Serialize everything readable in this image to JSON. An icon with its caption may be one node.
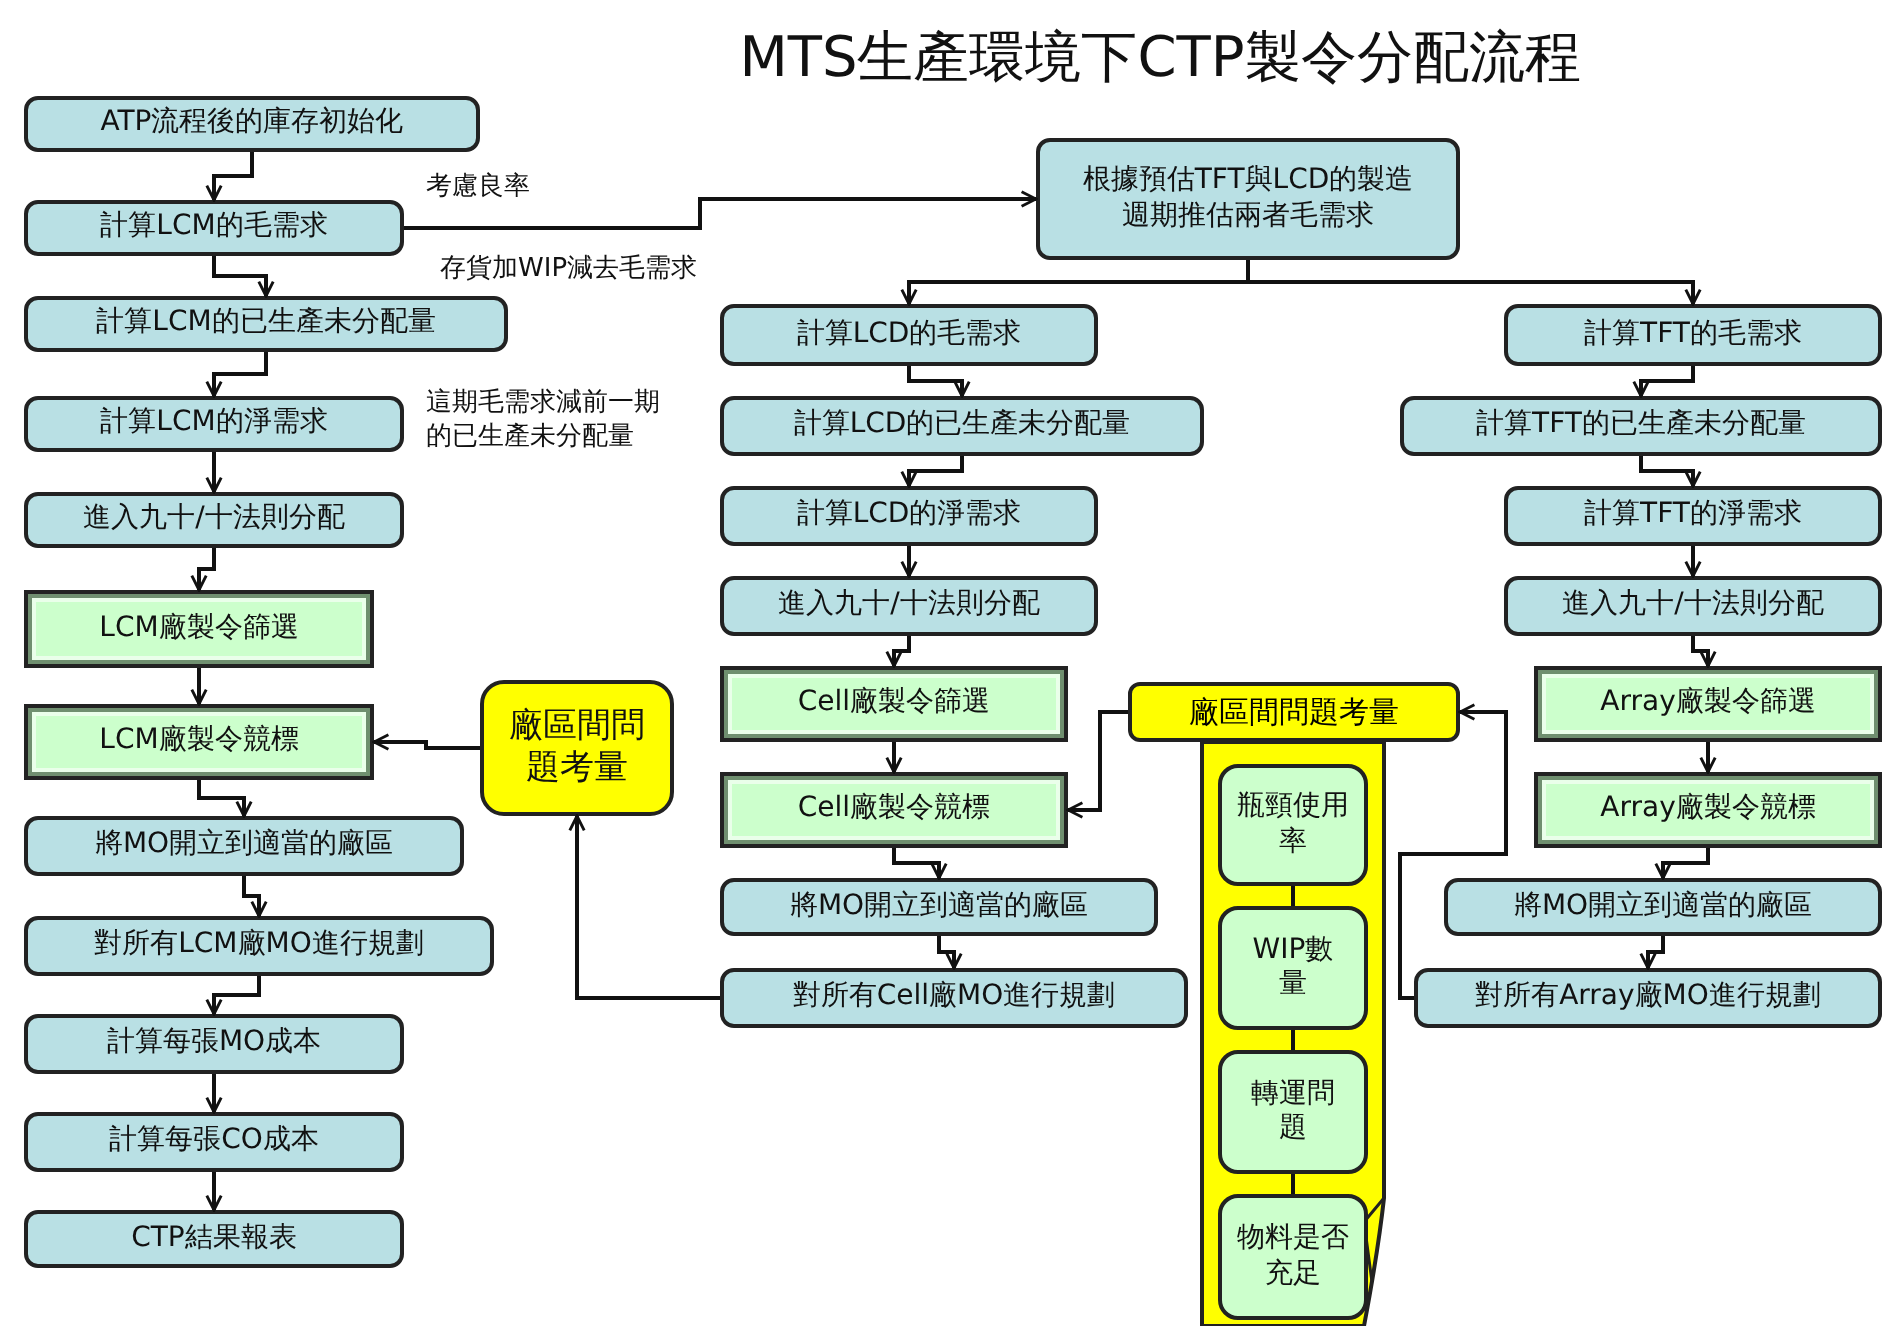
{
  "diagram": {
    "title": "MTS生產環境下CTP製令分配流程",
    "nodes": [
      {
        "text": [
          "ATP流程後的庫存初始化"
        ]
      },
      {
        "text": [
          "計算LCM的毛需求"
        ]
      },
      {
        "text": [
          "計算LCM的已生產未分配量"
        ]
      },
      {
        "text": [
          "計算LCM的淨需求"
        ]
      },
      {
        "text": [
          "進入九十/十法則分配"
        ]
      },
      {
        "text": [
          "LCM廠製令篩選"
        ]
      },
      {
        "text": [
          "LCM廠製令競標"
        ]
      },
      {
        "text": [
          "將MO開立到適當的廠區"
        ]
      },
      {
        "text": [
          "對所有LCM廠MO進行規劃"
        ]
      },
      {
        "text": [
          "計算每張MO成本"
        ]
      },
      {
        "text": [
          "計算每張CO成本"
        ]
      },
      {
        "text": [
          "CTP結果報表"
        ]
      },
      {
        "text": [
          "廠區間問題考量"
        ]
      },
      {
        "text": [
          "根據預估TFT與LCD的製造週期推估兩者毛需求"
        ]
      },
      {
        "text": [
          "計算LCD的毛需求"
        ]
      },
      {
        "text": [
          "計算LCD的已生產未分配量"
        ]
      },
      {
        "text": [
          "計算LCD的淨需求"
        ]
      },
      {
        "text": [
          "進入九十/十法則分配"
        ]
      },
      {
        "text": [
          "Cell廠製令篩選"
        ]
      },
      {
        "text": [
          "Cell廠製令競標"
        ]
      },
      {
        "text": [
          "將MO開立到適當的廠區"
        ]
      },
      {
        "text": [
          "對所有Cell廠MO進行規劃"
        ]
      },
      {
        "text": [
          "計算TFT的毛需求"
        ]
      },
      {
        "text": [
          "計算TFT的已生產未分配量"
        ]
      },
      {
        "text": [
          "計算TFT的淨需求"
        ]
      },
      {
        "text": [
          "進入九十/十法則分配"
        ]
      },
      {
        "text": [
          "Array廠製令篩選"
        ]
      },
      {
        "text": [
          "Array廠製令競標"
        ]
      },
      {
        "text": [
          "將MO開立到適當的廠區"
        ]
      },
      {
        "text": [
          "對所有Array廠MO進行規劃"
        ]
      },
      {
        "text": [
          "廠區間問題考量"
        ]
      },
      {
        "text": [
          "瓶頸使用率"
        ],
        "in": 30
      },
      {
        "text": [
          "WIP數量"
        ],
        "in": 30
      },
      {
        "text": [
          "轉運問題"
        ],
        "in": 30
      },
      {
        "text": [
          "物料是否充足"
        ],
        "in": 30
      }
    ],
    "edges": [
      {
        "from": 0,
        "to": 1,
        "arrow": "to"
      },
      {
        "from": 1,
        "to": 2,
        "arrow": "to"
      },
      {
        "from": 2,
        "to": 3,
        "arrow": "to"
      },
      {
        "from": 3,
        "to": 4,
        "arrow": "to"
      },
      {
        "from": 4,
        "to": 5,
        "arrow": "to"
      },
      {
        "from": 5,
        "to": 6,
        "arrow": "to"
      },
      {
        "from": 6,
        "to": 7,
        "arrow": "to"
      },
      {
        "from": 7,
        "to": 8,
        "arrow": "to"
      },
      {
        "from": 8,
        "to": 9,
        "arrow": "to"
      },
      {
        "from": 9,
        "to": 10,
        "arrow": "to"
      },
      {
        "from": 10,
        "to": 11,
        "arrow": "to"
      },
      {
        "from": 1,
        "to": 13,
        "arrow": "to",
        "label": "考慮良率"
      },
      {
        "from": 13,
        "to": 14,
        "arrow": "to"
      },
      {
        "from": 13,
        "to": 22,
        "arrow": "to"
      },
      {
        "from": 14,
        "to": 15,
        "arrow": "to"
      },
      {
        "from": 15,
        "to": 16,
        "arrow": "to"
      },
      {
        "from": 16,
        "to": 17,
        "arrow": "to"
      },
      {
        "from": 17,
        "to": 18,
        "arrow": "to"
      },
      {
        "from": 18,
        "to": 19,
        "arrow": "to"
      },
      {
        "from": 19,
        "to": 20,
        "arrow": "to"
      },
      {
        "from": 20,
        "to": 21,
        "arrow": "to"
      },
      {
        "from": 22,
        "to": 23,
        "arrow": "to"
      },
      {
        "from": 23,
        "to": 24,
        "arrow": "to"
      },
      {
        "from": 24,
        "to": 25,
        "arrow": "to"
      },
      {
        "from": 25,
        "to": 26,
        "arrow": "to"
      },
      {
        "from": 26,
        "to": 27,
        "arrow": "to"
      },
      {
        "from": 27,
        "to": 28,
        "arrow": "to"
      },
      {
        "from": 28,
        "to": 29,
        "arrow": "to"
      },
      {
        "from": 12,
        "to": 6,
        "arrow": "to"
      },
      {
        "from": 21,
        "to": 12,
        "arrow": "to"
      },
      {
        "from": 30,
        "to": 19,
        "arrow": "to"
      },
      {
        "from": 29,
        "to": 30,
        "arrow": "to"
      },
      {
        "from": 31,
        "to": 32,
        "arrow": "none"
      },
      {
        "from": 32,
        "to": 33,
        "arrow": "none"
      },
      {
        "from": 33,
        "to": 34,
        "arrow": "none"
      }
    ],
    "labels": [
      "存貨加WIP減去毛需求",
      "這期毛需求減前一期的已生產未分配量"
    ]
  }
}
